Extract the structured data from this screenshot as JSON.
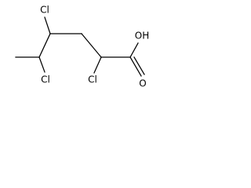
{
  "molecule": {
    "atoms": {
      "cl_top": "Cl",
      "cl_left": "Cl",
      "cl_bottom": "Cl",
      "hydroxyl": "OH",
      "carbonyl_oxygen": "O"
    }
  }
}
